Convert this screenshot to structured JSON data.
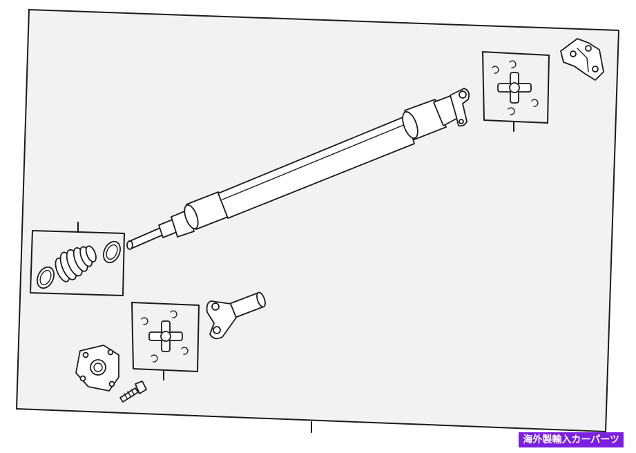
{
  "watermark": {
    "text": "海外製輸入カーパーツ",
    "background": "#7b1fe0",
    "color": "#ffffff"
  },
  "diagram": {
    "background": "#f2f2f2",
    "line_color": "#1a1a1a",
    "parts": [
      "drive-shaft-assembly",
      "rear-flange-yoke",
      "rear-universal-joint-kit",
      "cv-boot-kit",
      "front-universal-joint-kit",
      "slip-yoke",
      "companion-flange",
      "bolt"
    ]
  }
}
